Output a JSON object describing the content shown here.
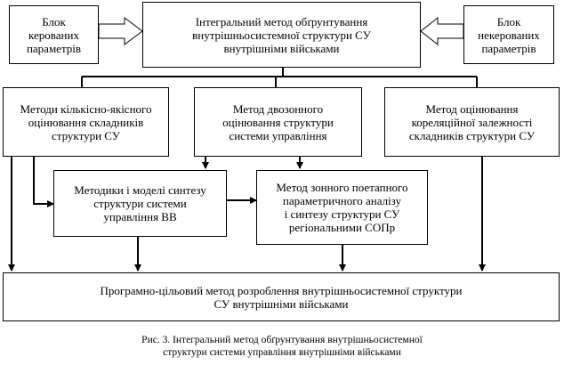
{
  "boxes": {
    "controlled": [
      "Блок",
      "керованих",
      "параметрів"
    ],
    "integral": [
      "Інтегральний метод обґрунтування",
      "внутрішньосистемної структури СУ",
      "внутрішніми військами"
    ],
    "uncontrolled": [
      "Блок",
      "некерованих",
      "параметрів"
    ],
    "quant_qual": [
      "Методи кількісно-якісного",
      "оцінювання складників",
      "структури СУ"
    ],
    "two_zone": [
      "Метод двозонного",
      "оцінювання структури",
      "системи управління"
    ],
    "correlation": [
      "Метод оцінювання",
      "кореляційної залежності",
      "складників структури СУ"
    ],
    "synthesis": [
      "Методики і моделі синтезу",
      "структури системи",
      "управління ВВ"
    ],
    "zonal": [
      "Метод  зонного поетапного",
      "параметричного аналізу",
      "і синтезу структури  СУ",
      "регіональними СОПр"
    ],
    "program": [
      "Програмно-цільовий метод розроблення внутрішньосистемної структури",
      "СУ внутрішніми військами"
    ]
  },
  "caption": [
    "Рис. 3. Інтегральний метод обґрунтування внутрішньосистемної",
    "структури системи управління внутрішніми військами"
  ]
}
